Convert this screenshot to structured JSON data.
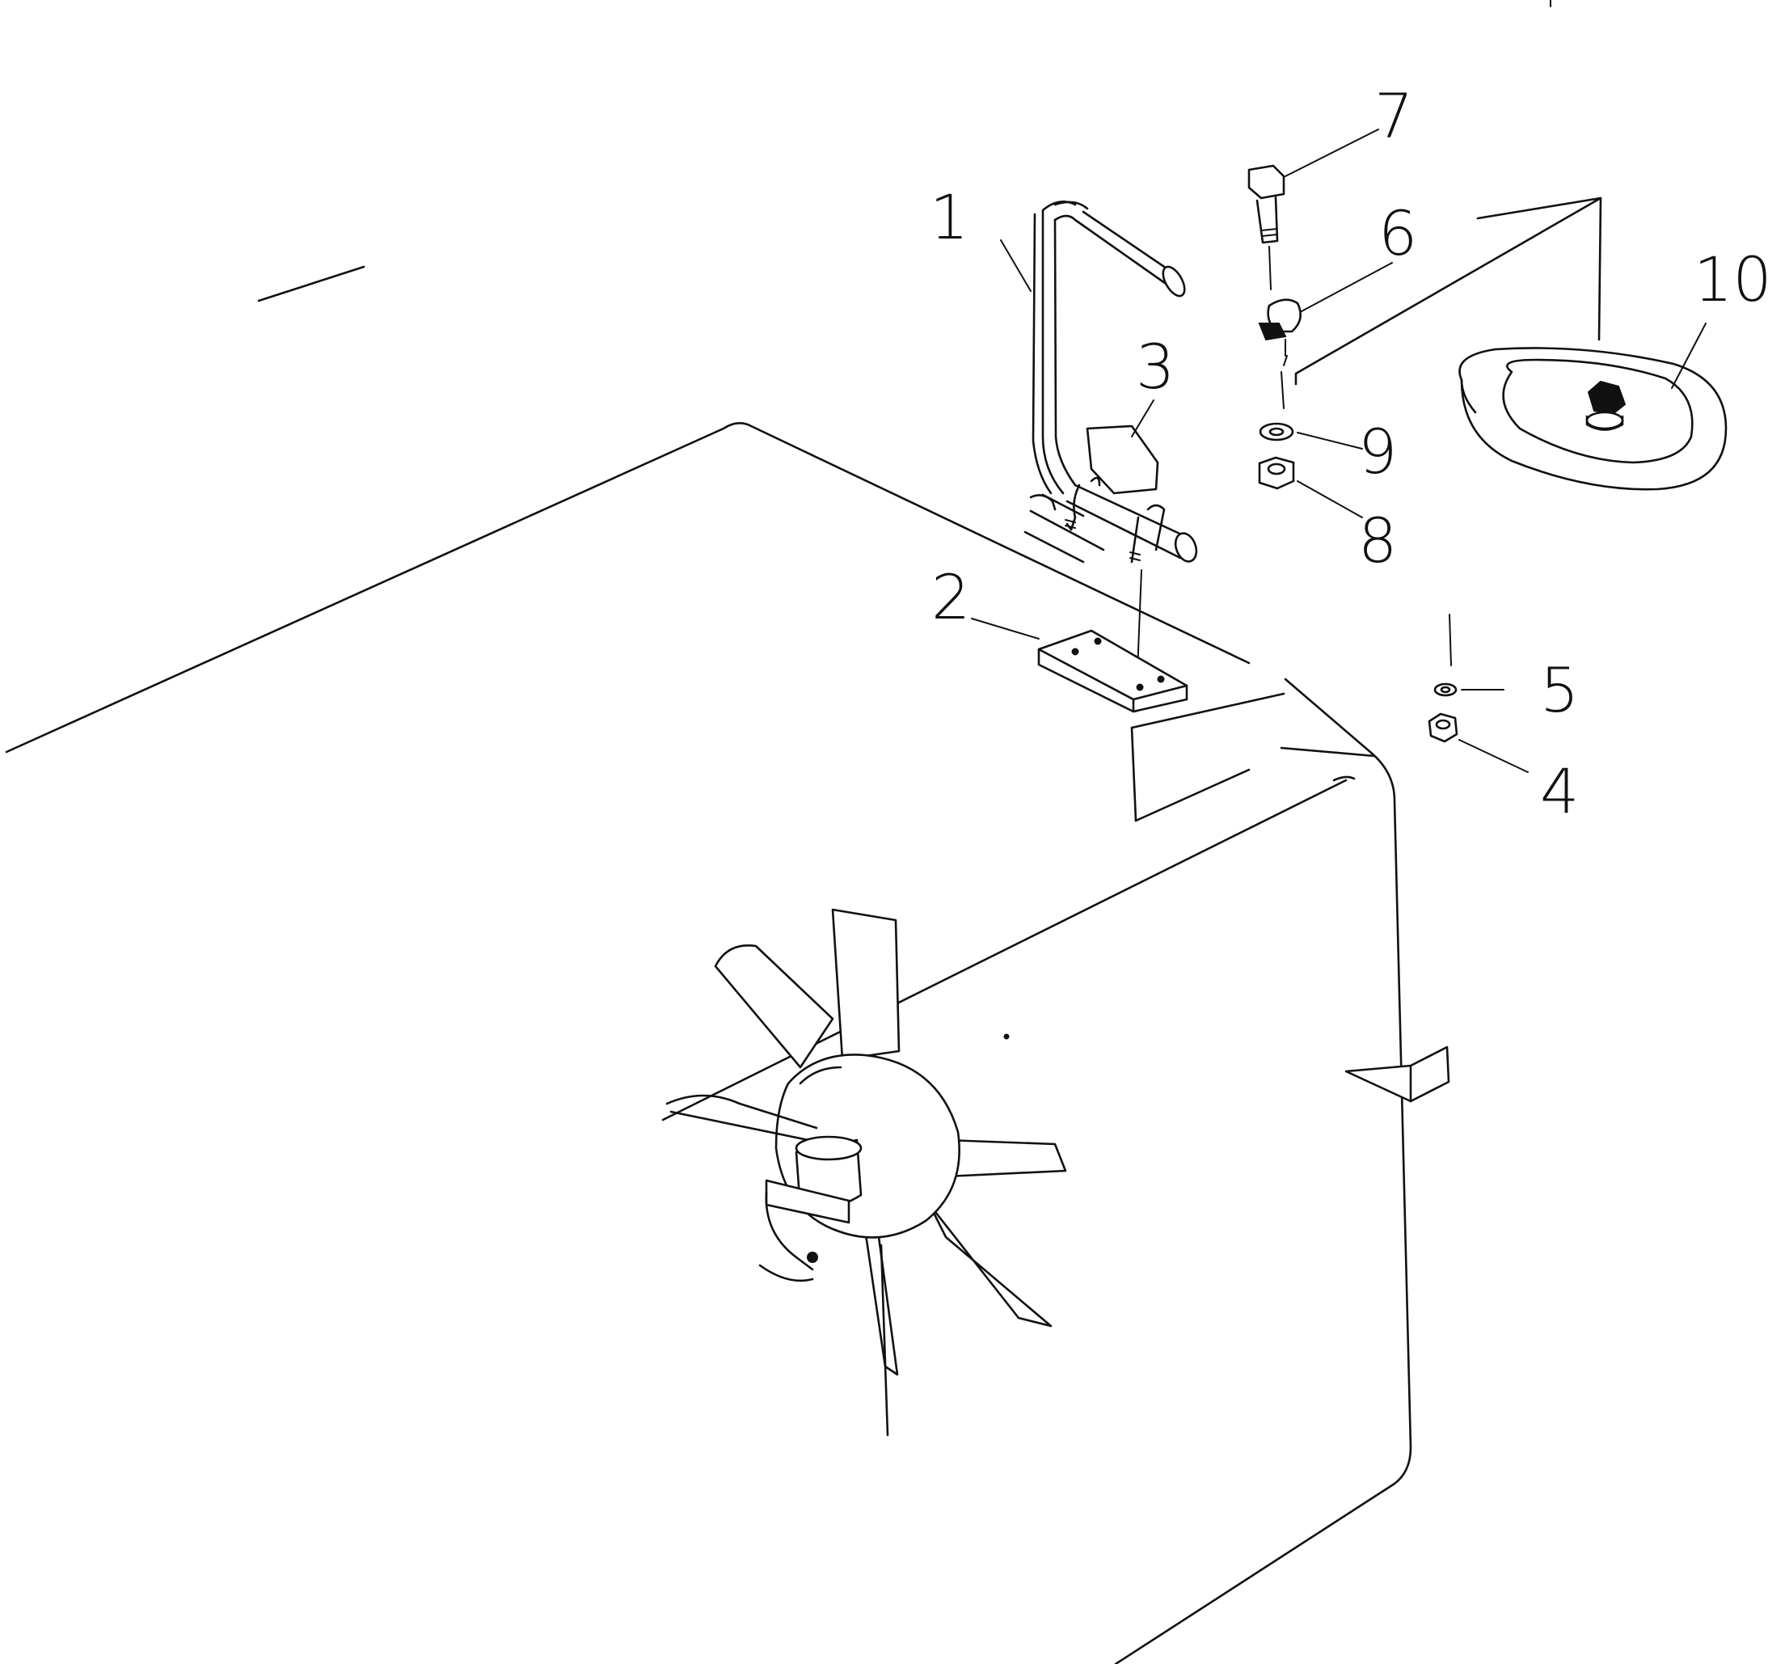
{
  "callouts": {
    "c1": "1",
    "c2": "2",
    "c3": "3",
    "c4": "4",
    "c5": "5",
    "c6": "6",
    "c7": "7",
    "c8": "8",
    "c9": "9",
    "c10": "10"
  },
  "parts": {
    "handrail": "handrail",
    "plate": "plate",
    "u-bolt-clamp": "u-bolt-clamp",
    "nut": "nut",
    "washer": "washer",
    "clamp": "clamp",
    "bolt": "bolt",
    "mirror": "mirror",
    "radiator": "radiator",
    "cooling-fan": "cooling-fan"
  },
  "colors": {
    "line": "#111111",
    "background": "#ffffff"
  }
}
